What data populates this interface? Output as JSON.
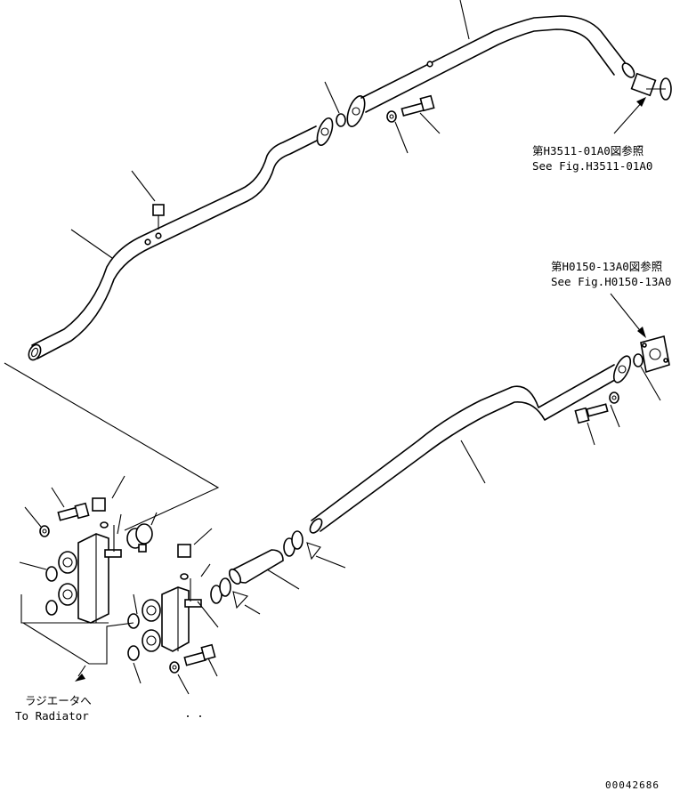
{
  "references": [
    {
      "jp": "第H3511-01A0図参照",
      "en": "See Fig.H3511-01A0"
    },
    {
      "jp": "第H0150-13A0図参照",
      "en": "See Fig.H0150-13A0"
    }
  ],
  "radiator": {
    "jp": "ラジエータへ",
    "en": "To Radiator"
  },
  "drawing_number": "00042686"
}
